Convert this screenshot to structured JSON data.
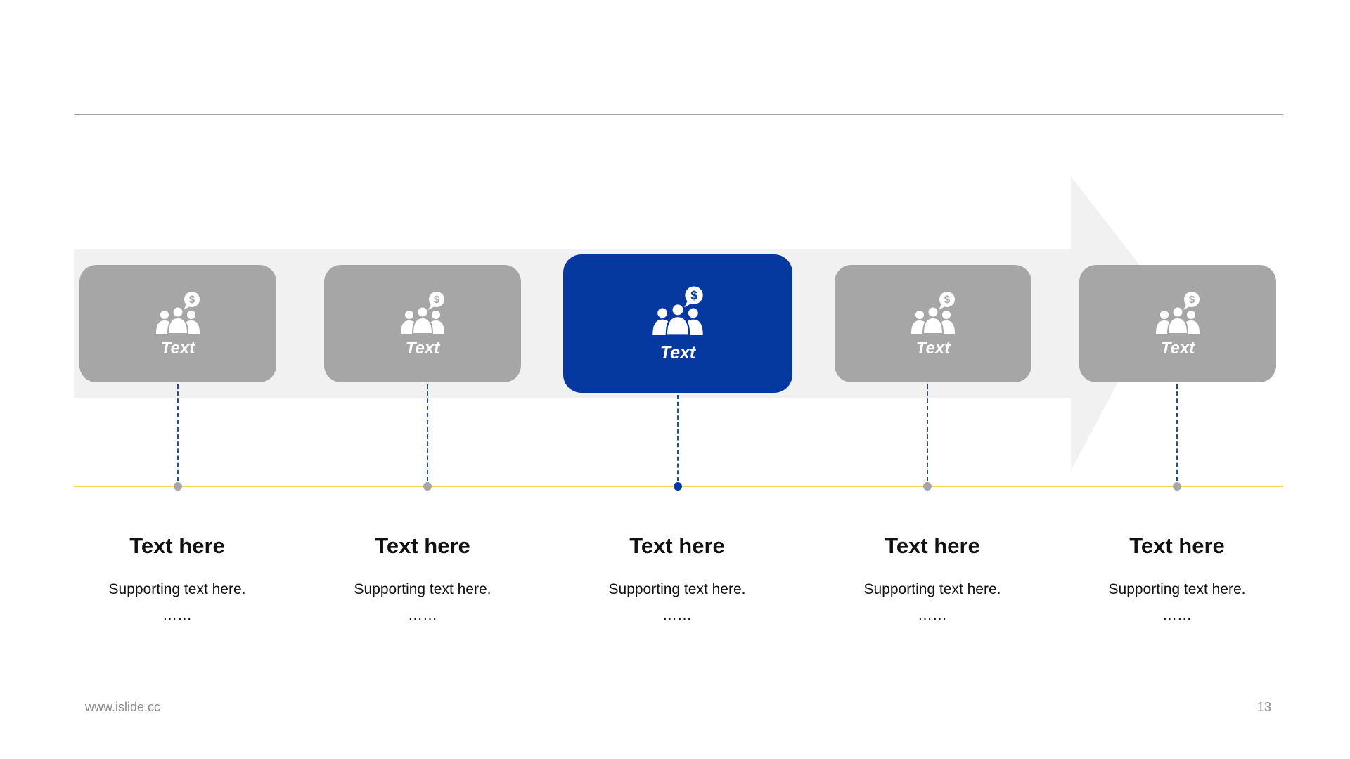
{
  "colors": {
    "accent": "#0639a0",
    "box_inactive": "#a6a6a6",
    "arrow_bg": "#f1f1f1",
    "timeline": "#f2d35a",
    "connector": "#1f4e9a",
    "dot_inactive": "#a6a6a6"
  },
  "steps": [
    {
      "label": "Text",
      "title": "Text here",
      "support": "Supporting text here.",
      "ellipsis": "……",
      "icon": "people-dollar-icon",
      "active": false
    },
    {
      "label": "Text",
      "title": "Text here",
      "support": "Supporting text here.",
      "ellipsis": "……",
      "icon": "people-dollar-icon",
      "active": false
    },
    {
      "label": "Text",
      "title": "Text here",
      "support": "Supporting text here.",
      "ellipsis": "……",
      "icon": "people-dollar-icon",
      "active": true
    },
    {
      "label": "Text",
      "title": "Text here",
      "support": "Supporting text here.",
      "ellipsis": "……",
      "icon": "people-dollar-icon",
      "active": false
    },
    {
      "label": "Text",
      "title": "Text here",
      "support": "Supporting text here.",
      "ellipsis": "……",
      "icon": "people-dollar-icon",
      "active": false
    }
  ],
  "footer": {
    "url": "www.islide.cc",
    "page_number": "13"
  }
}
